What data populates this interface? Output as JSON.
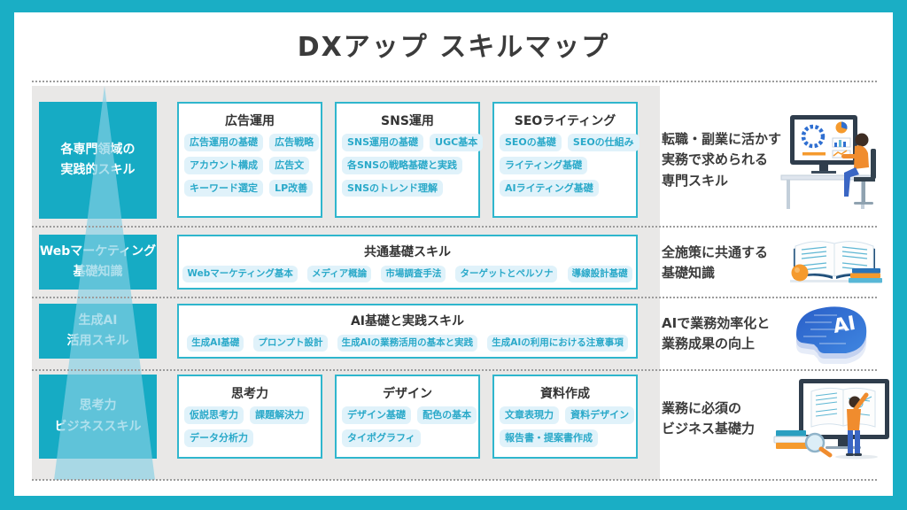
{
  "title": "DXアップ スキルマップ",
  "colors": {
    "frame_teal": "#1aaec5",
    "label_box_teal": "#16abc4",
    "triangle_overlay": "#86d0e4",
    "panel_gray": "#e9e8e7",
    "card_border": "#2fb6cd",
    "tag_background": "#e0f2fa",
    "tag_text": "#2aa9c9",
    "heading_text": "#3b3b3b",
    "dotted_divider": "#9c9c9c"
  },
  "rows": [
    {
      "label_lines": [
        "各専門領域の",
        "実践的スキル"
      ],
      "description_lines": [
        "転職・副業に活かす",
        "実務で求められる",
        "専門スキル"
      ],
      "illustration": "analytics-desk-illustration",
      "cards": [
        {
          "title": "広告運用",
          "tag_rows": [
            [
              "広告運用の基礎",
              "広告戦略"
            ],
            [
              "アカウント構成",
              "広告文"
            ],
            [
              "キーワード選定",
              "LP改善"
            ]
          ]
        },
        {
          "title": "SNS運用",
          "tag_rows": [
            [
              "SNS運用の基礎",
              "UGC基本"
            ],
            [
              "各SNSの戦略基礎と実践"
            ],
            [
              "SNSのトレンド理解"
            ]
          ]
        },
        {
          "title": "SEOライティング",
          "tag_rows": [
            [
              "SEOの基礎",
              "SEOの仕組み"
            ],
            [
              "ライティング基礎"
            ],
            [
              "AIライティング基礎"
            ]
          ]
        }
      ]
    },
    {
      "label_lines": [
        "Webマーケティング",
        "基礎知識"
      ],
      "description_lines": [
        "全施策に共通する",
        "基礎知識"
      ],
      "illustration": "open-book-illustration",
      "cards": [
        {
          "title": "共通基礎スキル",
          "tag_rows": [
            [
              "Webマーケティング基本",
              "メディア概論",
              "市場調査手法",
              "ターゲットとペルソナ",
              "導線設計基礎"
            ]
          ]
        }
      ]
    },
    {
      "label_lines": [
        "生成AI",
        "活用スキル"
      ],
      "description_lines": [
        "AIで業務効率化と",
        "業務成果の向上"
      ],
      "illustration": "ai-head-illustration",
      "cards": [
        {
          "title": "AI基礎と実践スキル",
          "tag_rows": [
            [
              "生成AI基礎",
              "プロンプト設計",
              "生成AIの業務活用の基本と実践",
              "生成AIの利用における注意事項"
            ]
          ]
        }
      ]
    },
    {
      "label_lines": [
        "思考力",
        "ビジネススキル"
      ],
      "description_lines": [
        "業務に必須の",
        "ビジネス基礎力"
      ],
      "illustration": "screen-book-pointer-illustration",
      "cards": [
        {
          "title": "思考力",
          "tag_rows": [
            [
              "仮説思考力",
              "課題解決力"
            ],
            [
              "データ分析力"
            ]
          ]
        },
        {
          "title": "デザイン",
          "tag_rows": [
            [
              "デザイン基礎",
              "配色の基本"
            ],
            [
              "タイポグラフィ"
            ]
          ]
        },
        {
          "title": "資料作成",
          "tag_rows": [
            [
              "文章表現力",
              "資料デザイン"
            ],
            [
              "報告書・提案書作成"
            ]
          ]
        }
      ]
    }
  ],
  "ai_illustration_label": "AI"
}
